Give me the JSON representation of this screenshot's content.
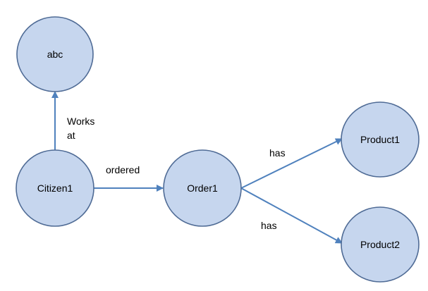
{
  "colors": {
    "node_fill": "#c6d6ee",
    "node_stroke": "#4f6b95",
    "edge": "#4f81bd",
    "text": "#000000"
  },
  "nodes": [
    {
      "id": "abc",
      "label": "abc"
    },
    {
      "id": "citizen1",
      "label": "Citizen1"
    },
    {
      "id": "order1",
      "label": "Order1"
    },
    {
      "id": "product1",
      "label": "Product1"
    },
    {
      "id": "product2",
      "label": "Product2"
    }
  ],
  "edges": [
    {
      "from": "citizen1",
      "to": "abc",
      "label_line1": "Works",
      "label_line2": "at"
    },
    {
      "from": "citizen1",
      "to": "order1",
      "label": "ordered"
    },
    {
      "from": "order1",
      "to": "product1",
      "label": "has"
    },
    {
      "from": "order1",
      "to": "product2",
      "label": "has"
    }
  ]
}
